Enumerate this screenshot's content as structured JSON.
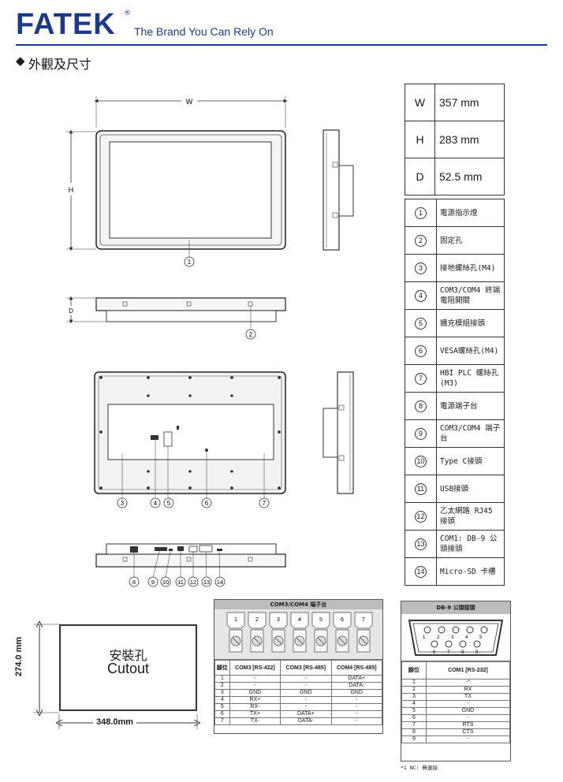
{
  "brand": {
    "logo": "FATEK",
    "registered": "®",
    "tagline": "The Brand You Can Rely On"
  },
  "section": {
    "bullet": "◆",
    "title": "外觀及尺寸"
  },
  "dimensions": [
    {
      "key": "W",
      "value": "357 mm"
    },
    {
      "key": "H",
      "value": "283 mm"
    },
    {
      "key": "D",
      "value": "52.5 mm"
    }
  ],
  "drawing_labels": {
    "width": "W",
    "height": "H",
    "depth": "D"
  },
  "callouts": [
    "①",
    "②",
    "③",
    "④",
    "⑤",
    "⑥",
    "⑦",
    "⑧",
    "⑨",
    "⑩",
    "⑪",
    "⑫",
    "⑬",
    "⑭"
  ],
  "legend": [
    {
      "num": "1",
      "text": "電源指示燈"
    },
    {
      "num": "2",
      "text": "固定孔"
    },
    {
      "num": "3",
      "text": "接地螺絲孔(M4)"
    },
    {
      "num": "4",
      "text": "COM3/COM4 終端電阻開關"
    },
    {
      "num": "5",
      "text": "擴充模組接頭"
    },
    {
      "num": "6",
      "text": "VESA螺絲孔(M4)"
    },
    {
      "num": "7",
      "text": "HBI PLC 螺絲孔 (M3)"
    },
    {
      "num": "8",
      "text": "電源端子台"
    },
    {
      "num": "9",
      "text": "COM3/COM4 端子台"
    },
    {
      "num": "10",
      "text": "Type C接頭"
    },
    {
      "num": "11",
      "text": "USB接頭"
    },
    {
      "num": "12",
      "text": "乙太網路 RJ45 接頭"
    },
    {
      "num": "13",
      "text": "COM1: DB-9 公頭接頭"
    },
    {
      "num": "14",
      "text": "Micro-SD 卡槽"
    }
  ],
  "terminal": {
    "title": "COM3/COM4 端子台",
    "pins_visual": [
      "1",
      "2",
      "3",
      "4",
      "5",
      "6",
      "7"
    ],
    "headers": [
      "腳位",
      "COM3 [RS-422]",
      "COM3 [RS-485]",
      "COM4 [RS-485]"
    ],
    "rows": [
      [
        "1",
        "-",
        "-",
        "DATA+"
      ],
      [
        "2",
        "-",
        "-",
        "DATA-"
      ],
      [
        "3",
        "GND",
        "GND",
        "GND"
      ],
      [
        "4",
        "RX+",
        "-",
        "-"
      ],
      [
        "5",
        "RX-",
        "-",
        "-"
      ],
      [
        "6",
        "TX+",
        "DATA+",
        "-"
      ],
      [
        "7",
        "TX-",
        "DATA-",
        "-"
      ]
    ]
  },
  "db9": {
    "title": "DB-9 公頭接頭",
    "top_pins": [
      "1",
      "2",
      "3",
      "4",
      "5"
    ],
    "bottom_pins": [
      "6",
      "7",
      "8",
      "9"
    ],
    "headers": [
      "腳位",
      "COM1 [RS-232]"
    ],
    "rows": [
      [
        "1",
        "-*"
      ],
      [
        "2",
        "RX"
      ],
      [
        "3",
        "TX"
      ],
      [
        "4",
        "-"
      ],
      [
        "5",
        "GND"
      ],
      [
        "6",
        "-"
      ],
      [
        "7",
        "RTS"
      ],
      [
        "8",
        "CTS"
      ],
      [
        "9",
        "-"
      ]
    ],
    "note": "*1 NC: 無連接"
  },
  "cutout": {
    "label_zh": "安裝孔",
    "label_en": "Cutout",
    "width": "348.0mm",
    "height": "274.0 mm"
  }
}
